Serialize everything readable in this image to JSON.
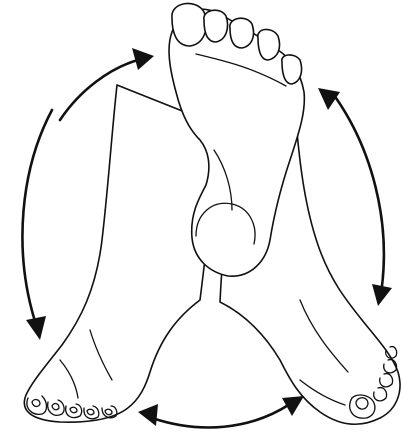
{
  "illustration": {
    "subject": "feet",
    "arrows": [
      "top-left-arrow",
      "left-arrow",
      "bottom-arrow",
      "right-arrow"
    ],
    "line_color": "#111111",
    "background_color": "#ffffff"
  }
}
